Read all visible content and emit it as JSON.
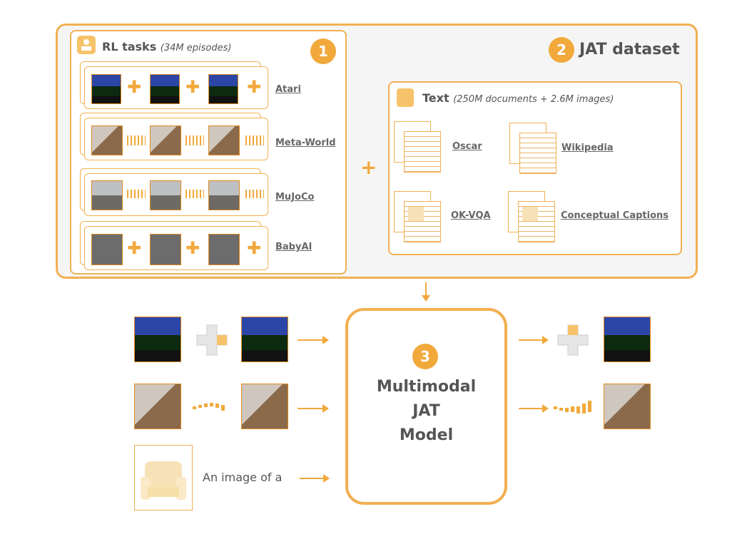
{
  "dataset": {
    "badge": "2",
    "title": "JAT dataset"
  },
  "rl": {
    "badge": "1",
    "title": "RL tasks",
    "subtitle": "(34M episodes)",
    "tasks": [
      {
        "label": "Atari"
      },
      {
        "label": "Meta-World"
      },
      {
        "label": "MuJoCo"
      },
      {
        "label": "BabyAI"
      }
    ]
  },
  "text": {
    "title": "Text",
    "subtitle": "(250M documents + 2.6M images)",
    "sources": [
      {
        "label": "Oscar"
      },
      {
        "label": "Wikipedia"
      },
      {
        "label": "OK-VQA"
      },
      {
        "label": "Conceptual Captions"
      }
    ]
  },
  "plus_sign": "+",
  "model": {
    "badge": "3",
    "line1": "Multimodal",
    "line2": "JAT",
    "line3": "Model"
  },
  "caption_prefix": "An image of a",
  "colors": {
    "accent": "#f2b052",
    "badge": "#f2a93b",
    "panel_bg": "#f5f5f5"
  }
}
